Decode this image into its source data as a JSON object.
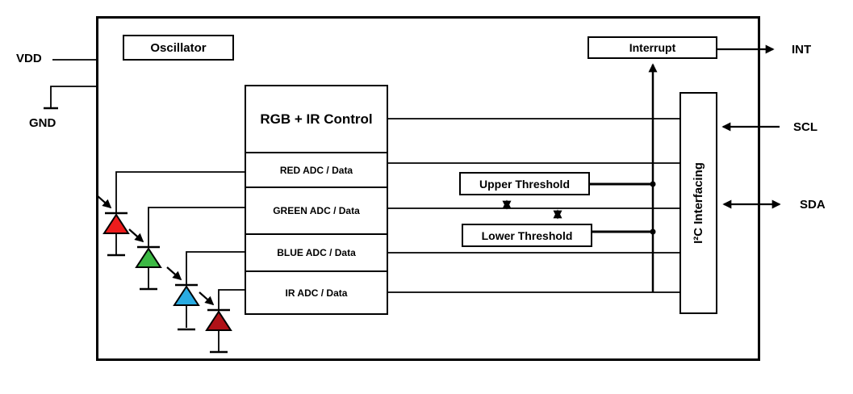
{
  "chip": {
    "oscillator_label": "Oscillator",
    "control_block": {
      "title": "RGB + IR Control",
      "rows": [
        "RED ADC / Data",
        "GREEN ADC / Data",
        "BLUE ADC / Data",
        "IR ADC / Data"
      ]
    },
    "upper_threshold_label": "Upper Threshold",
    "lower_threshold_label": "Lower Threshold",
    "interrupt_label": "Interrupt",
    "i2c_label": "I²C Interfacing"
  },
  "pins": {
    "vdd": "VDD",
    "gnd": "GND",
    "int": "INT",
    "scl": "SCL",
    "sda": "SDA"
  },
  "photodiodes": [
    {
      "name": "red photodiode",
      "color": "#ed1c1c"
    },
    {
      "name": "green photodiode",
      "color": "#3cb944"
    },
    {
      "name": "blue photodiode",
      "color": "#29abe2"
    },
    {
      "name": "ir photodiode",
      "color": "#b01218"
    }
  ],
  "colors": {
    "line": "#000000",
    "background": "#ffffff",
    "box_fill": "#ffffff"
  }
}
